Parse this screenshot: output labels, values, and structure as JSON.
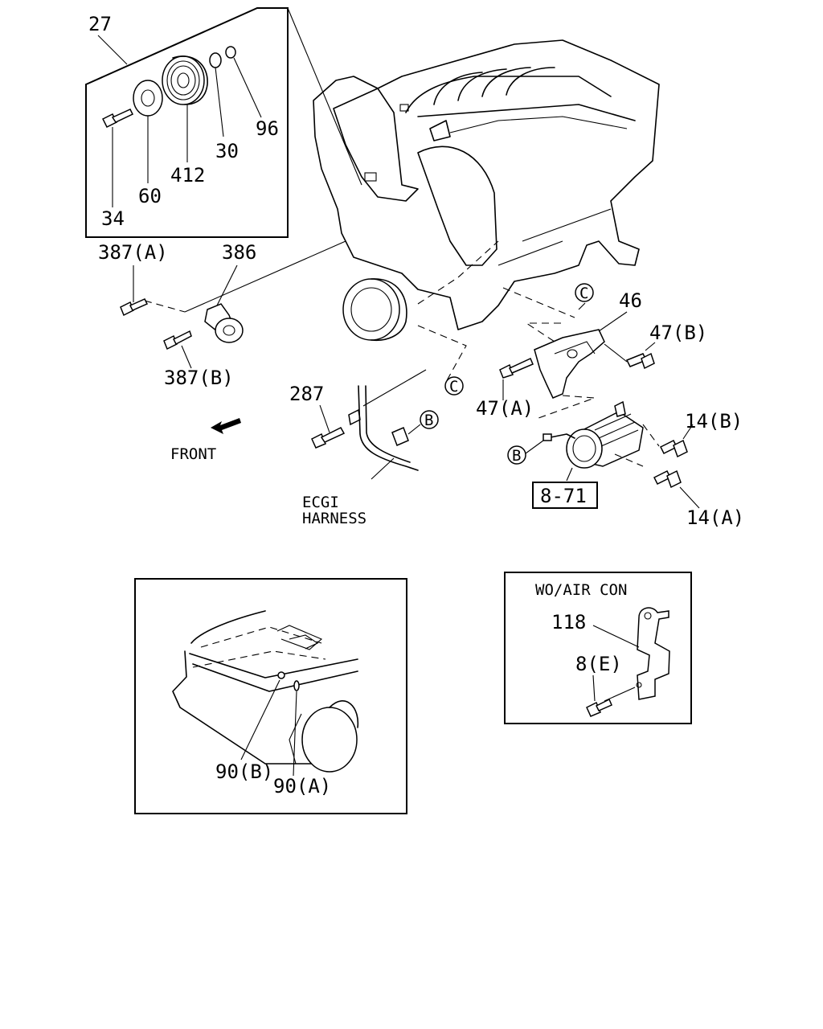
{
  "labels": {
    "l27": "27",
    "l96": "96",
    "l30": "30",
    "l412": "412",
    "l60": "60",
    "l34": "34",
    "l387a": "387(A)",
    "l386": "386",
    "l387b": "387(B)",
    "front": "FRONT",
    "l287": "287",
    "ecgi": "ECGI",
    "harness": "HARNESS",
    "l46": "46",
    "l47b": "47(B)",
    "l47a": "47(A)",
    "l14b": "14(B)",
    "l14a": "14(A)",
    "ref871": "8-71",
    "circC1": "C",
    "circC2": "C",
    "circB1": "B",
    "circB2": "B",
    "l90b": "90(B)",
    "l90a": "90(A)",
    "woaircon": "WO/AIR CON",
    "l118": "118",
    "l8e": "8(E)"
  }
}
